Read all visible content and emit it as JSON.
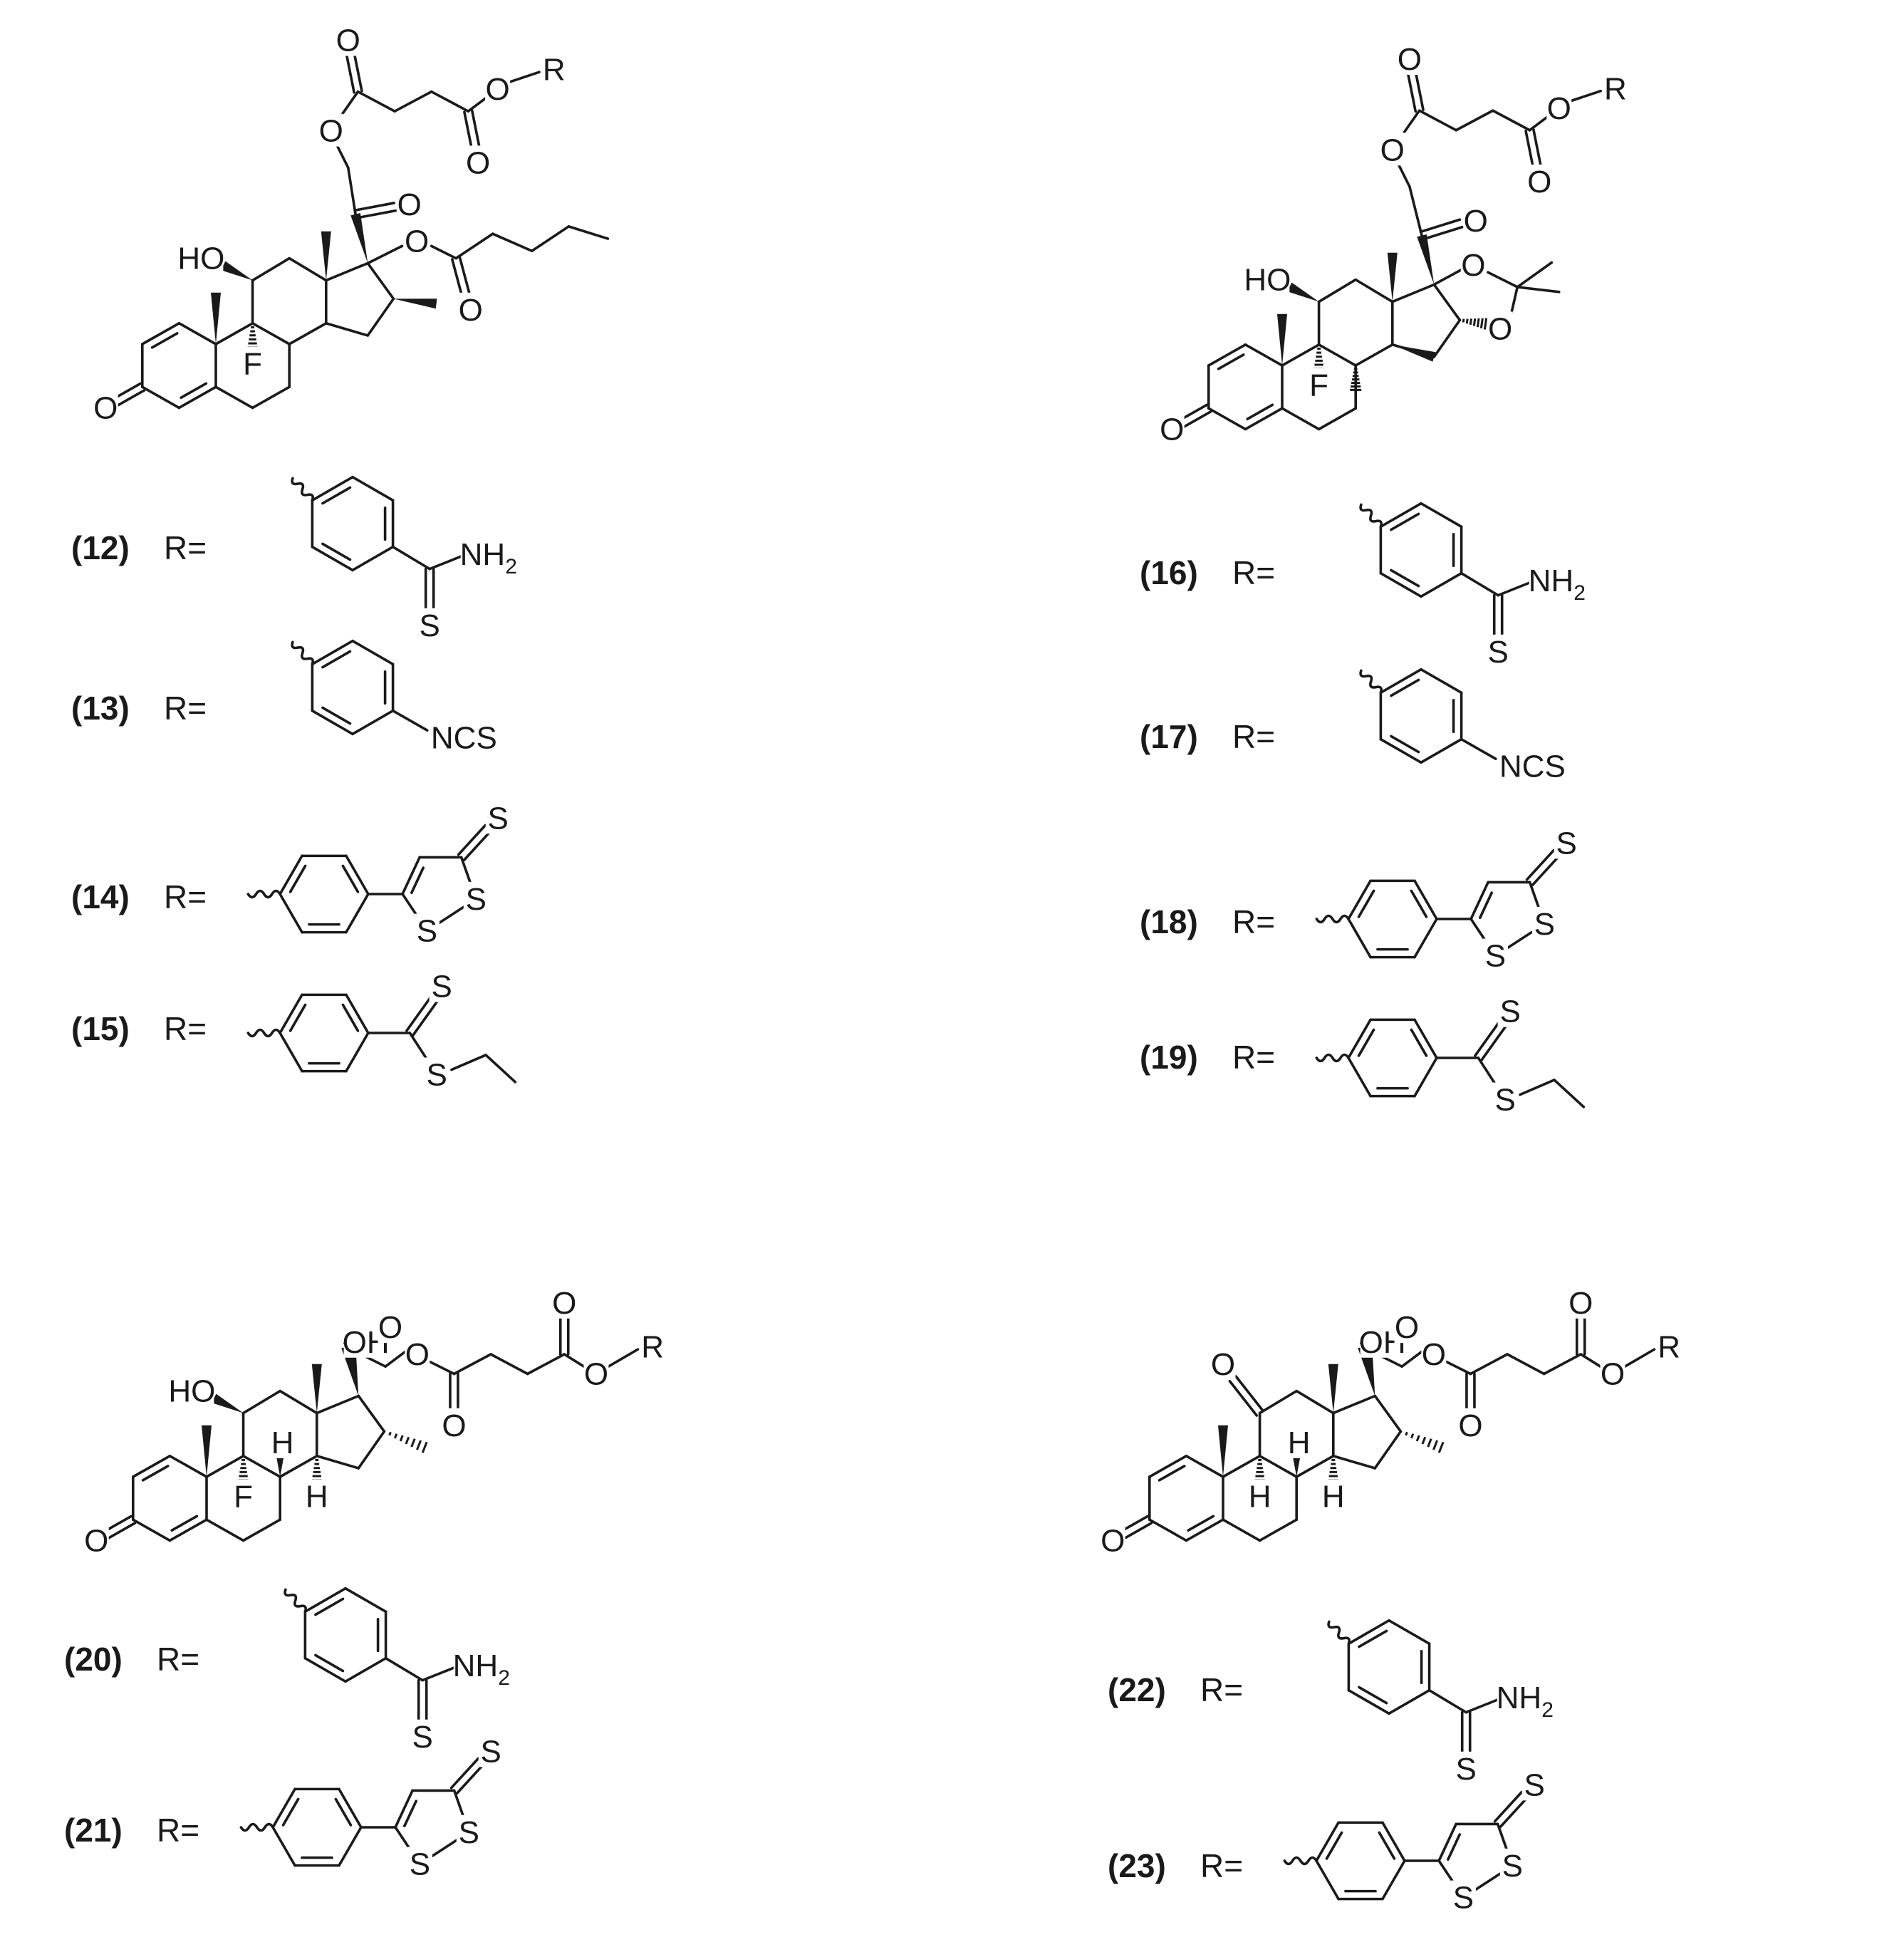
{
  "atoms": {
    "o": "O",
    "r": "R",
    "ho": "HO",
    "oh": "OH",
    "f": "F",
    "h": "H",
    "s": "S",
    "nh2": "NH",
    "nh2_sub": "2",
    "ncs": "NCS"
  },
  "r_eq": "R=",
  "groups": [
    {
      "scaffold": "betamethasone-valerate",
      "compounds": [
        {
          "id": "(12)",
          "r_group": "thioamide"
        },
        {
          "id": "(13)",
          "r_group": "isothiocyanate"
        },
        {
          "id": "(14)",
          "r_group": "dithiolethione"
        },
        {
          "id": "(15)",
          "r_group": "dithioester"
        }
      ]
    },
    {
      "scaffold": "triamcinolone-acetonide",
      "compounds": [
        {
          "id": "(16)",
          "r_group": "thioamide"
        },
        {
          "id": "(17)",
          "r_group": "isothiocyanate"
        },
        {
          "id": "(18)",
          "r_group": "dithiolethione"
        },
        {
          "id": "(19)",
          "r_group": "dithioester"
        }
      ]
    },
    {
      "scaffold": "dexamethasone",
      "compounds": [
        {
          "id": "(20)",
          "r_group": "thioamide"
        },
        {
          "id": "(21)",
          "r_group": "dithiolethione"
        }
      ]
    },
    {
      "scaffold": "prednisone-16-methyl",
      "compounds": [
        {
          "id": "(22)",
          "r_group": "thioamide"
        },
        {
          "id": "(23)",
          "r_group": "dithiolethione"
        }
      ]
    }
  ]
}
